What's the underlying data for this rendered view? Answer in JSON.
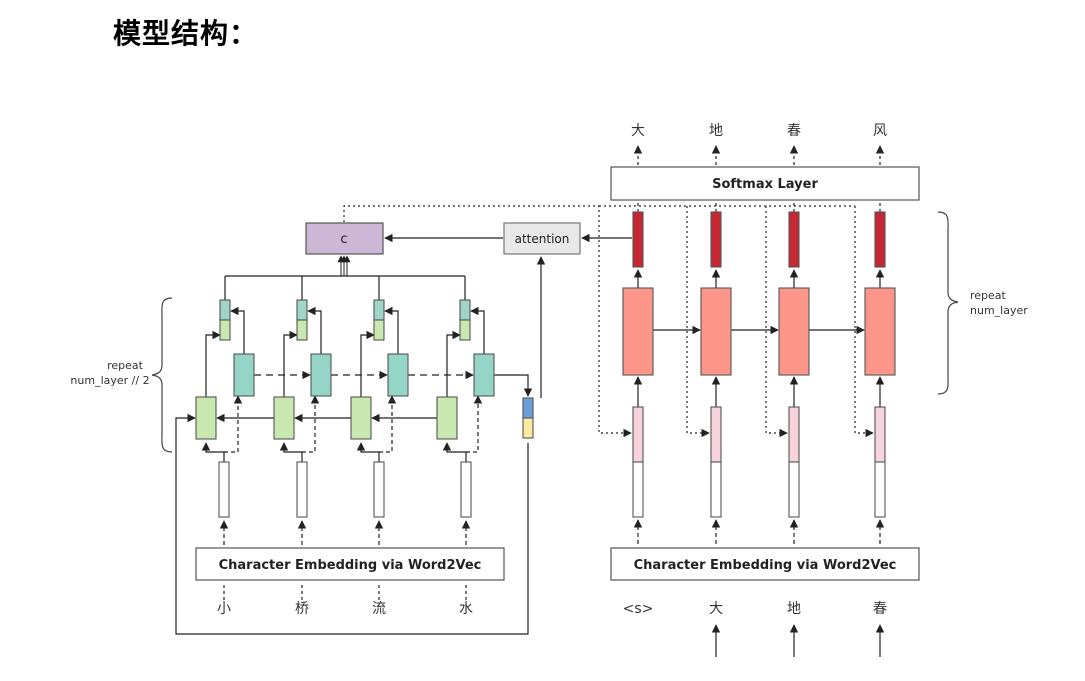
{
  "title": "模型结构：",
  "encoder": {
    "embedding_label": "Character Embedding via Word2Vec",
    "inputs": [
      "小",
      "桥",
      "流",
      "水"
    ],
    "repeat_label_1": "repeat",
    "repeat_label_2": "num_layer // 2"
  },
  "context_label": "c",
  "attention_label": "attention",
  "decoder": {
    "softmax_label": "Softmax Layer",
    "embedding_label": "Character Embedding via Word2Vec",
    "inputs": [
      "<s>",
      "大",
      "地",
      "春"
    ],
    "outputs": [
      "大",
      "地",
      "春",
      "风"
    ],
    "repeat_label_1": "repeat",
    "repeat_label_2": "num_layer"
  },
  "colors": {
    "context": "#cdb6d6",
    "attention": "#e8e8e8",
    "enc_forward": "#c8e8b0",
    "enc_backward": "#95d5c8",
    "enc_top": "#9fd5c8",
    "dec_cell": "#fb9688",
    "dec_out": "#c62833",
    "dec_emb": "#f8d3de",
    "att_blue": "#6a9fd8",
    "att_yellow": "#fbeaa0"
  }
}
